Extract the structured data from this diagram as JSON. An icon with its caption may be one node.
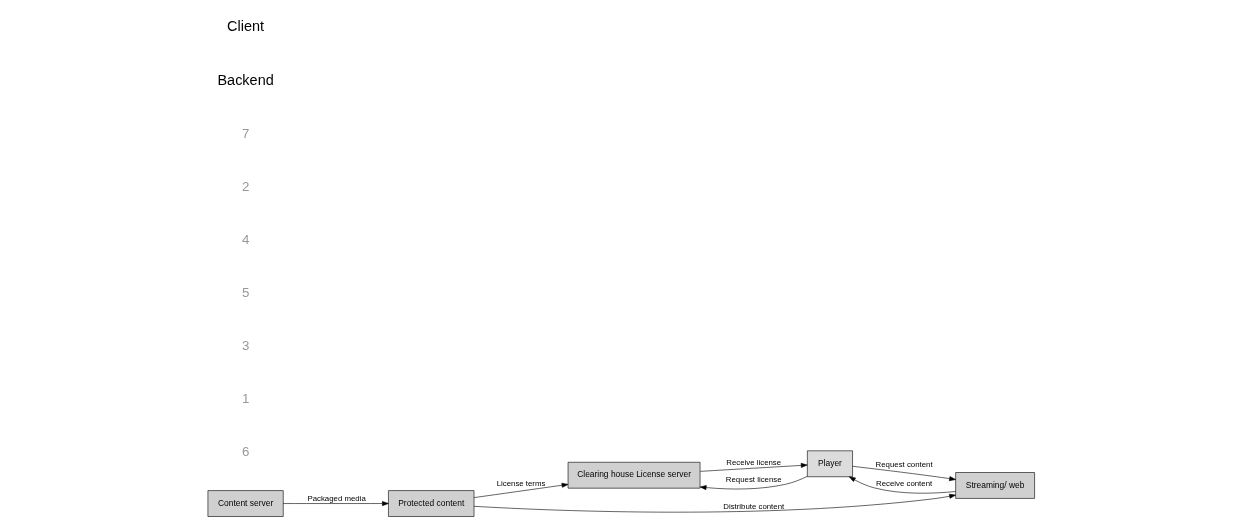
{
  "diagram": {
    "nodes": [
      {
        "text": [
          "Content server"
        ]
      },
      {
        "text": [
          "Clearing house License server"
        ]
      },
      {
        "text": [
          "Protected content"
        ]
      },
      {
        "text": [
          "Streaming/ web"
        ]
      },
      {
        "text": [
          "Player"
        ]
      }
    ],
    "edges": [
      {
        "from": 0,
        "to": 2,
        "arrow": "to",
        "label": "Packaged media"
      },
      {
        "from": 2,
        "to": 1,
        "arrow": "to",
        "label": "License terms"
      },
      {
        "from": 2,
        "to": 3,
        "arrow": "to",
        "label": "Distribute content"
      },
      {
        "from": 4,
        "to": 3,
        "arrow": "to",
        "label": "Request content"
      },
      {
        "from": 3,
        "to": 4,
        "arrow": "to",
        "label": "Receive content"
      },
      {
        "from": 4,
        "to": 1,
        "arrow": "to",
        "label": "Request license"
      },
      {
        "from": 1,
        "to": 4,
        "arrow": "to",
        "label": "Receive license"
      }
    ],
    "labels": [
      "6",
      "1",
      "3",
      "5",
      "4",
      "2",
      "7",
      "Backend",
      "Client"
    ]
  }
}
